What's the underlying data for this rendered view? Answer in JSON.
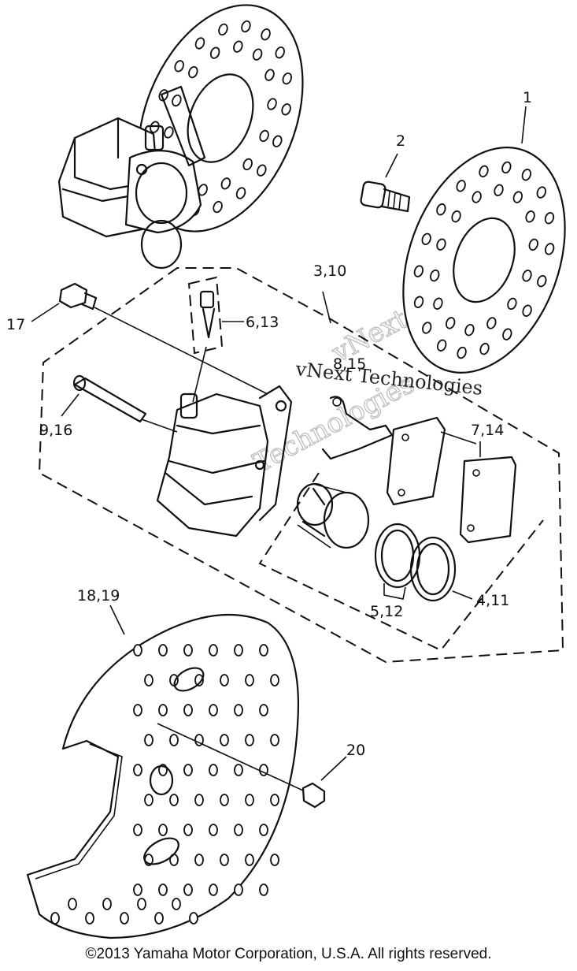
{
  "labels": {
    "p1": "1",
    "p2": "2",
    "p3_10": "3,10",
    "p17": "17",
    "p6_13": "6,13",
    "p8_15": "8,15",
    "p9_16": "9,16",
    "p7_14": "7,14",
    "p4_11": "4,11",
    "p5_12": "5,12",
    "p18_19": "18,19",
    "p20": "20"
  },
  "watermark": {
    "line1": "vNext Technologies",
    "line2a": "vNext",
    "line2b": "Technologies"
  },
  "copyright": "©2013 Yamaha Motor Corporation, U.S.A. All rights reserved."
}
